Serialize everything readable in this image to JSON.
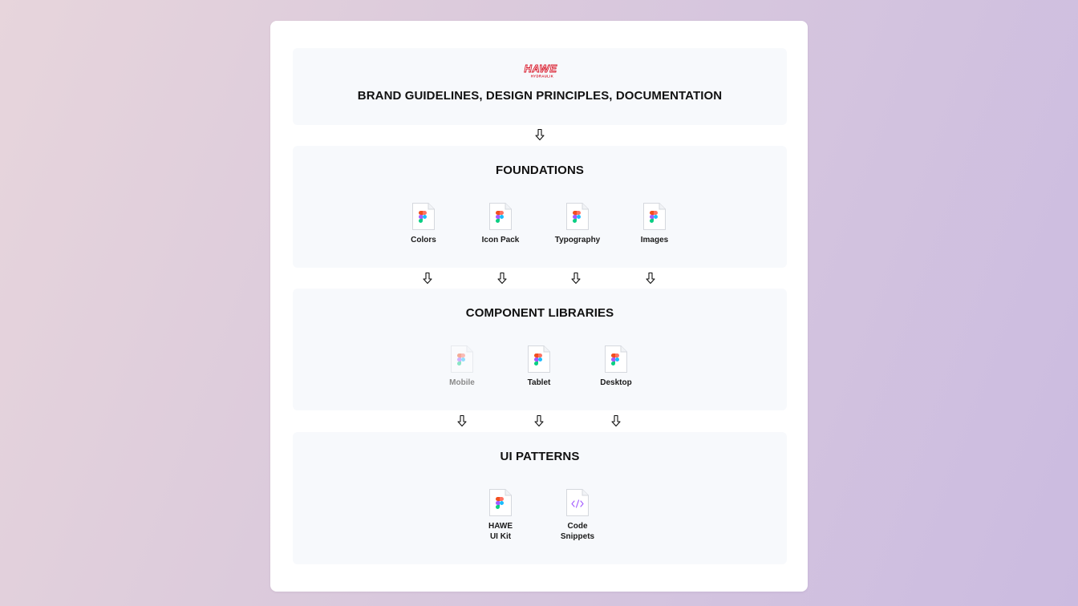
{
  "brand": {
    "logo_main": "HAWE",
    "logo_sub": "HYDRAULIK",
    "title": "BRAND GUIDELINES, DESIGN PRINCIPLES, DOCUMENTATION",
    "accent": "#d7182a"
  },
  "foundations": {
    "title": "FOUNDATIONS",
    "items": [
      {
        "label": "Colors",
        "icon": "figma-file-icon"
      },
      {
        "label": "Icon Pack",
        "icon": "figma-file-icon"
      },
      {
        "label": "Typography",
        "icon": "figma-file-icon"
      },
      {
        "label": "Images",
        "icon": "figma-file-icon"
      }
    ]
  },
  "component_libraries": {
    "title": "COMPONENT LIBRARIES",
    "items": [
      {
        "label": "Mobile",
        "icon": "figma-file-icon",
        "state": "disabled"
      },
      {
        "label": "Tablet",
        "icon": "figma-file-icon"
      },
      {
        "label": "Desktop",
        "icon": "figma-file-icon"
      }
    ]
  },
  "ui_patterns": {
    "title": "UI PATTERNS",
    "items": [
      {
        "label_line1": "HAWE",
        "label_line2": "UI Kit",
        "icon": "figma-file-icon"
      },
      {
        "label_line1": "Code",
        "label_line2": "Snippets",
        "icon": "code-file-icon"
      }
    ]
  }
}
